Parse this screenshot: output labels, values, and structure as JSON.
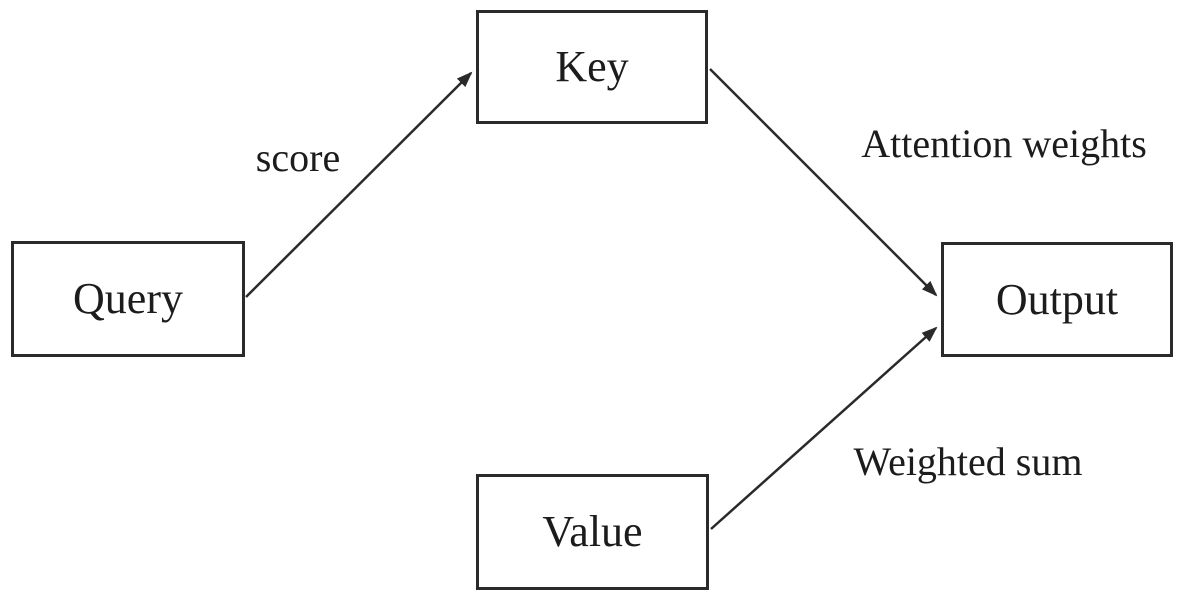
{
  "diagram": {
    "type": "flow-diagram",
    "nodes": {
      "query": {
        "label": "Query"
      },
      "key": {
        "label": "Key"
      },
      "value": {
        "label": "Value"
      },
      "output": {
        "label": "Output"
      }
    },
    "edges": [
      {
        "from": "Query",
        "to": "Key",
        "label": "score"
      },
      {
        "from": "Key",
        "to": "Output",
        "label": "Attention weights"
      },
      {
        "from": "Value",
        "to": "Output",
        "label": "Weighted sum"
      }
    ],
    "colors": {
      "background": "#ffffff",
      "line": "#2a2a2a",
      "text": "#1c1c1c"
    }
  }
}
